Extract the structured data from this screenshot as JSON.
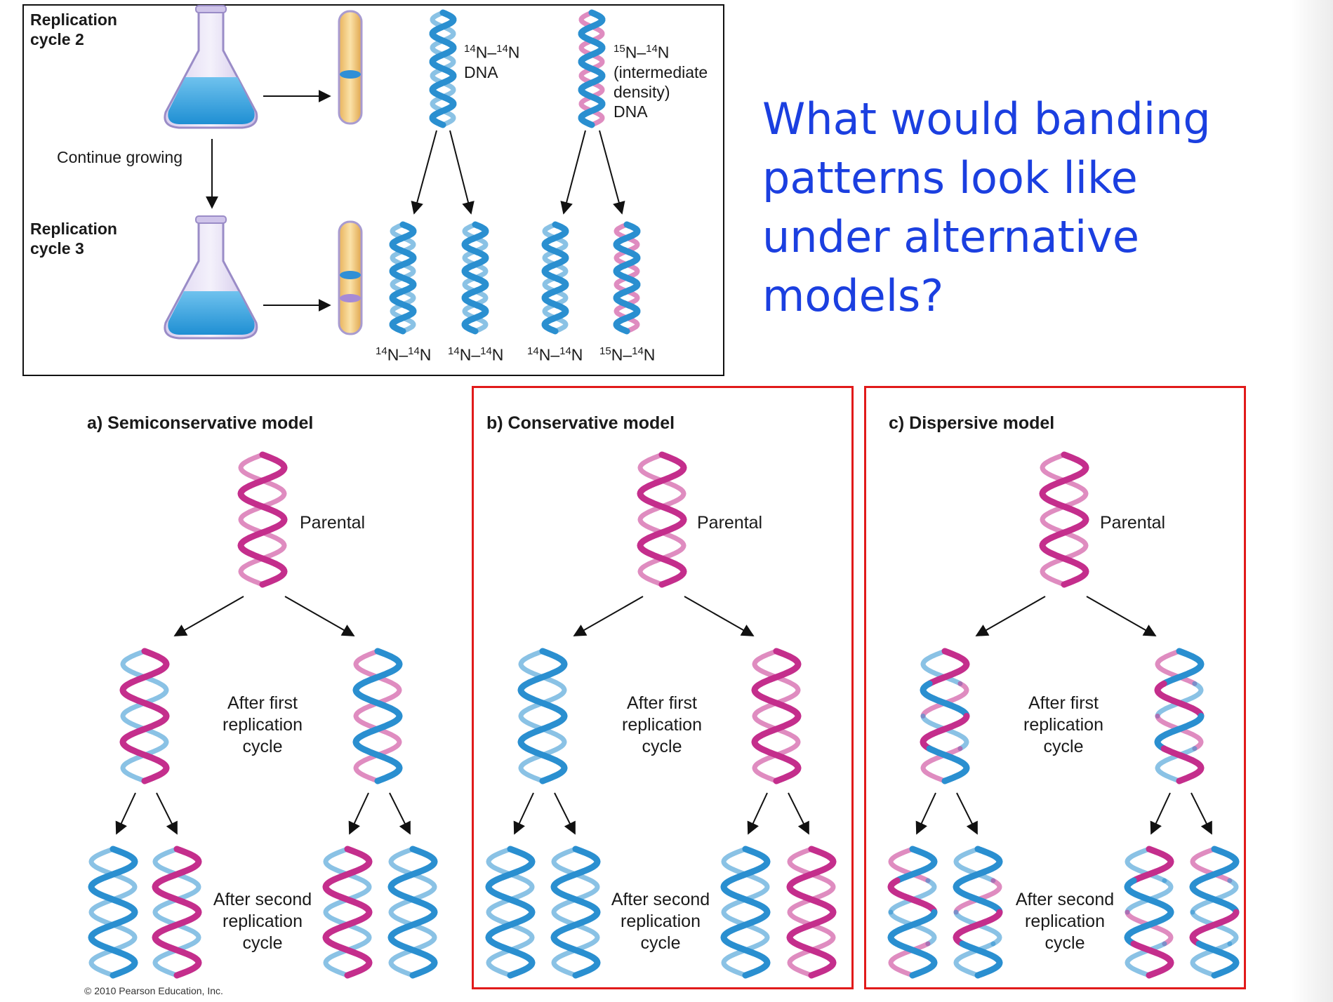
{
  "top_panel": {
    "stage_1_label": "Replication\ncycle 2",
    "stage_2_label": "Replication\ncycle 3",
    "continue_label": "Continue growing",
    "caption_light": {
      "iso_a": "14",
      "el_a": "N",
      "iso_b": "14",
      "el_b": "N",
      "line2": "DNA"
    },
    "caption_intermediate": {
      "iso_a": "15",
      "el_a": "N",
      "iso_b": "14",
      "el_b": "N",
      "line2": "(intermediate",
      "line3": "density)",
      "line4": "DNA"
    },
    "bottom_labels": [
      {
        "iso_a": "14",
        "el_a": "N",
        "iso_b": "14",
        "el_b": "N"
      },
      {
        "iso_a": "14",
        "el_a": "N",
        "iso_b": "14",
        "el_b": "N"
      },
      {
        "iso_a": "14",
        "el_a": "N",
        "iso_b": "14",
        "el_b": "N"
      },
      {
        "iso_a": "15",
        "el_a": "N",
        "iso_b": "14",
        "el_b": "N"
      }
    ]
  },
  "question": "What would banding patterns look like under alternative models?",
  "models": [
    {
      "title": "a) Semiconservative model",
      "parental": "Parental",
      "first": "After first\nreplication\ncycle",
      "second": "After second\nreplication\ncycle"
    },
    {
      "title": "b) Conservative model",
      "parental": "Parental",
      "first": "After first\nreplication\ncycle",
      "second": "After second\nreplication\ncycle"
    },
    {
      "title": "c) Dispersive model",
      "parental": "Parental",
      "first": "After first\nreplication\ncycle",
      "second": "After second\nreplication\ncycle"
    }
  ],
  "copyright": "© 2010 Pearson Education, Inc.",
  "colors": {
    "blue_strand": "#2a8fd0",
    "pink_strand": "#c42e8c",
    "highlight_frame": "#e11a1a",
    "question_text": "#1b3fe0"
  }
}
